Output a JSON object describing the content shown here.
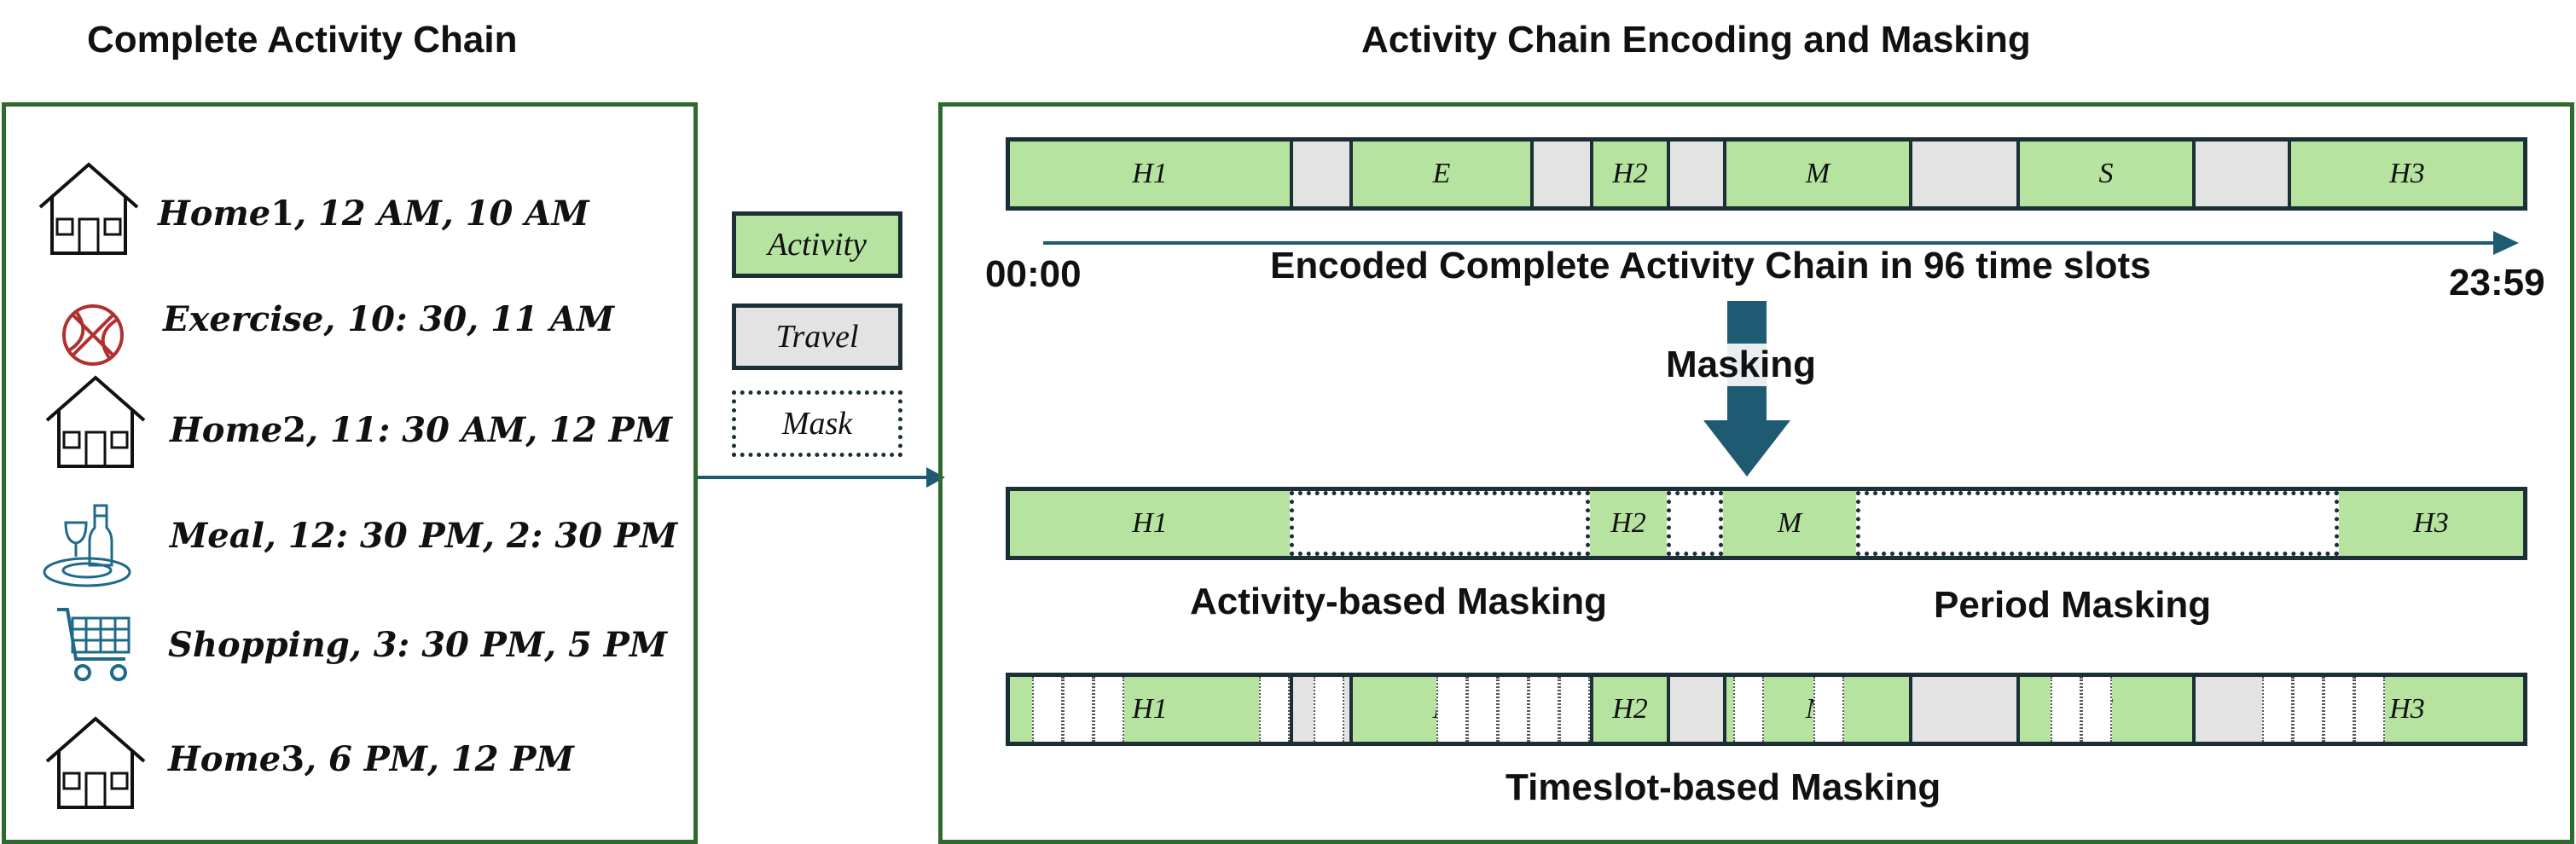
{
  "left_panel": {
    "title": "Complete Activity Chain",
    "items": [
      {
        "icon": "house-icon",
        "name": "Home",
        "num": "1",
        "times": ", 12 AM, 10 AM"
      },
      {
        "icon": "basketball-icon",
        "name": "Exercise",
        "num": "",
        "times": ", 10: 30, 11 AM"
      },
      {
        "icon": "house-icon",
        "name": "Home",
        "num": "2",
        "times": ", 11: 30 AM, 12 PM"
      },
      {
        "icon": "meal-icon",
        "name": "Meal",
        "num": "",
        "times": ", 12: 30 PM, 2: 30 PM"
      },
      {
        "icon": "shopping-cart-icon",
        "name": "Shopping",
        "num": "",
        "times": ", 3: 30 PM, 5 PM"
      },
      {
        "icon": "house-icon",
        "name": "Home",
        "num": "3",
        "times": ", 6 PM, 12 PM"
      }
    ]
  },
  "legend": {
    "activity": "Activity",
    "travel": "Travel",
    "mask": "Mask"
  },
  "right_panel": {
    "title": "Activity Chain Encoding and Masking",
    "start_time": "00:00",
    "end_time": "23:59",
    "encoded_caption": "Encoded Complete Activity Chain in 96 time slots",
    "masking_label": "Masking",
    "activity_masking_caption": "Activity-based Masking",
    "period_masking_caption": "Period Masking",
    "timeslot_masking_caption": "Timeslot-based Masking",
    "labels": {
      "h1": "H1",
      "e": "E",
      "h2": "H2",
      "m": "M",
      "s": "S",
      "h3": "H3"
    }
  },
  "colors": {
    "panel_border": "#2e6a2e",
    "activity_fill": "#b6e3a0",
    "travel_fill": "#e3e3e3",
    "bar_border": "#1c2f36",
    "arrow_fill": "#1f5a73",
    "icon_blue": "#1f6a8a",
    "icon_red": "#b03030"
  }
}
